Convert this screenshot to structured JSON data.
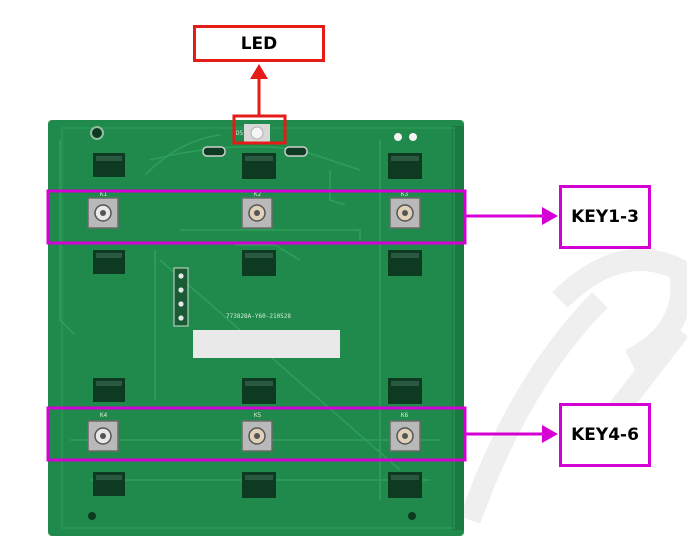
{
  "labels": {
    "led": "LED",
    "key1_3": "KEY1-3",
    "key4_6": "KEY4-6"
  },
  "pcb": {
    "key_labels": [
      "K1",
      "K2",
      "K3",
      "K4",
      "K5",
      "K6"
    ],
    "led_label": "D5",
    "silkscreen": "773828A-Y60-210528"
  },
  "colors": {
    "led_highlight": "#e41b17",
    "key_highlight": "#d400d4",
    "pcb_green": "#1f8a4b"
  }
}
